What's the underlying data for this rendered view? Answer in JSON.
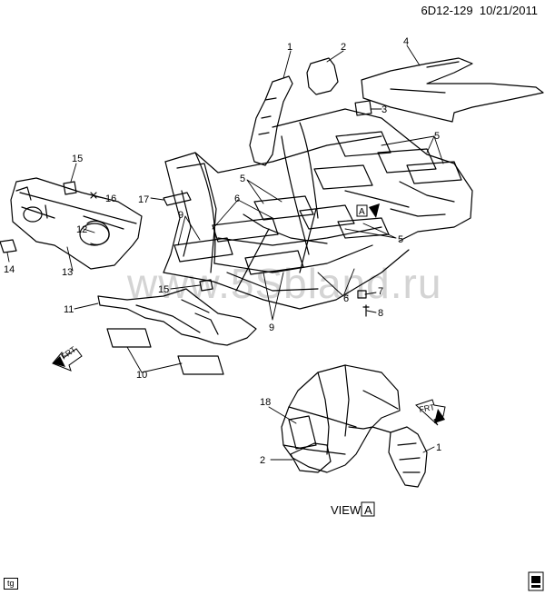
{
  "header": {
    "code": "6D12-129",
    "date": "10/21/2011"
  },
  "watermark": "www.5Sbland.ru",
  "corner_tag": "tg",
  "view_label": {
    "text": "VIEW",
    "letter": "A"
  },
  "arrow_tag": "A",
  "frt_label": "FRT",
  "callouts": [
    "1",
    "2",
    "3",
    "4",
    "5",
    "5",
    "5",
    "6",
    "6",
    "7",
    "8",
    "9",
    "9",
    "10",
    "11",
    "12",
    "13",
    "14",
    "15",
    "15",
    "16",
    "17",
    "18",
    "2",
    "1"
  ]
}
